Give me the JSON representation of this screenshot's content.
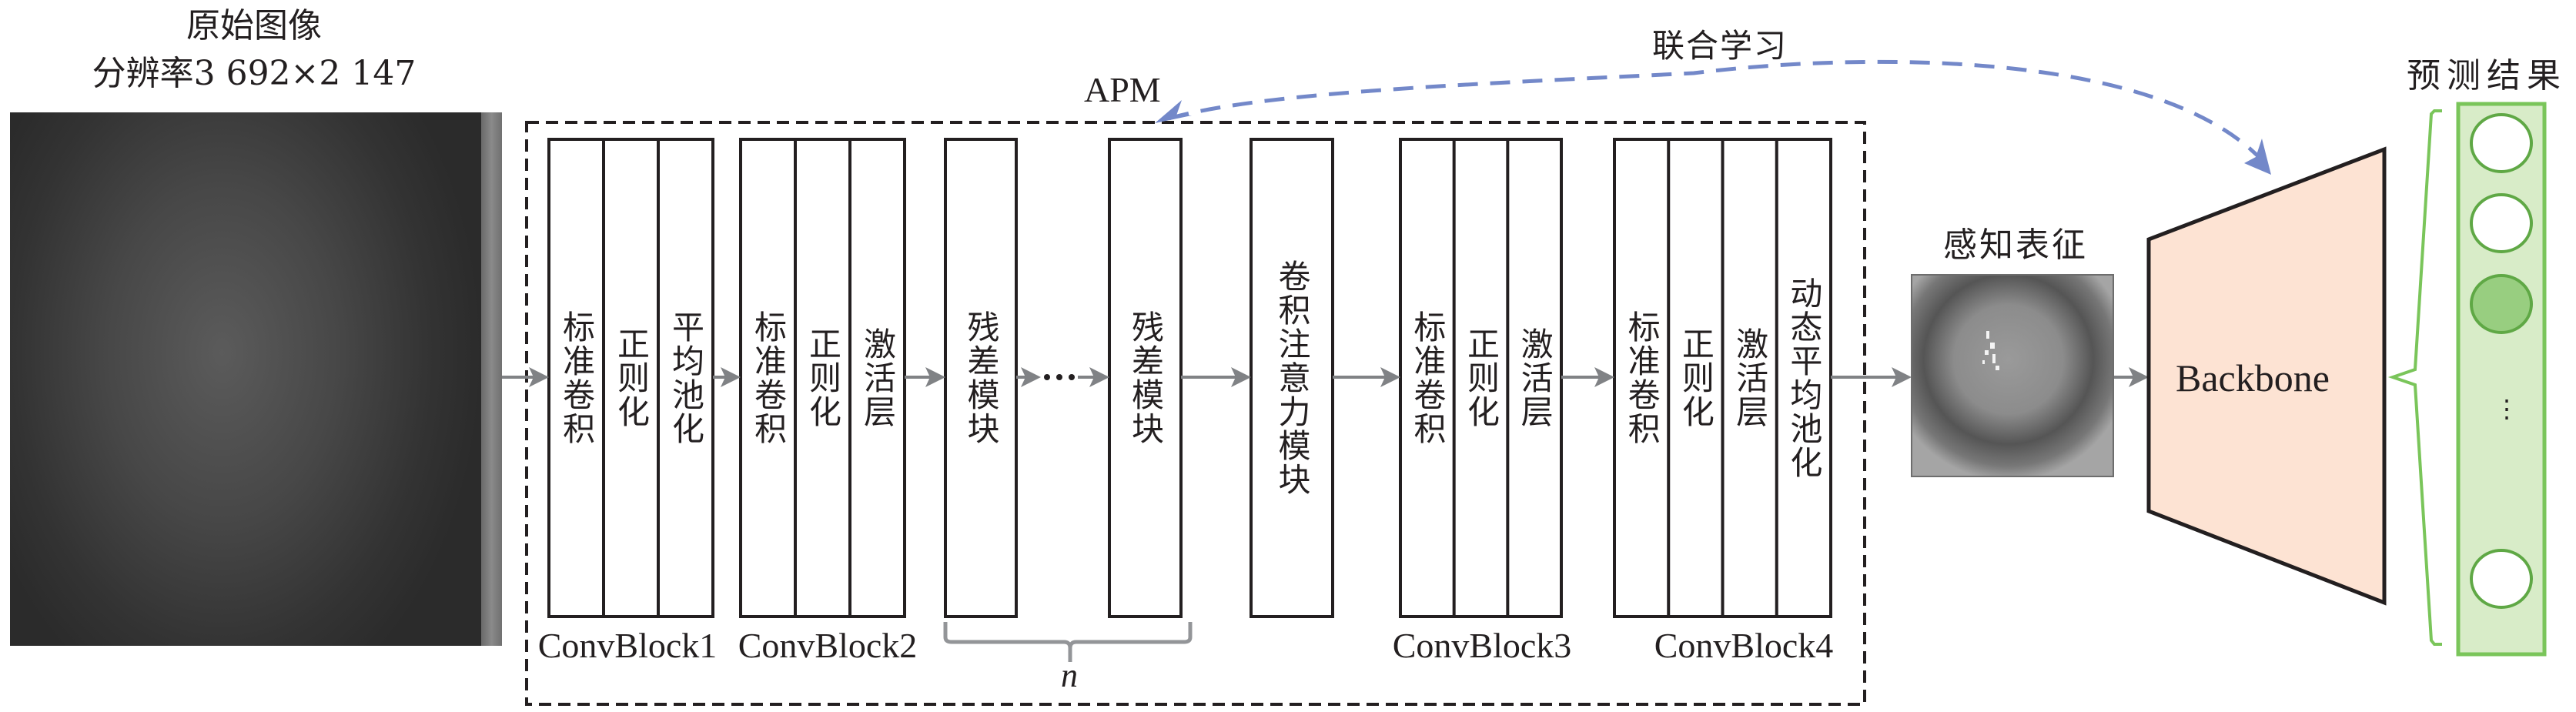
{
  "input": {
    "title": "原始图像",
    "resolution_label": "分辨率3 692×2 147",
    "image_desc": "grayscale-surface-image"
  },
  "apm": {
    "label": "APM",
    "stages": [
      {
        "id": "convblock1",
        "label": "ConvBlock1",
        "cells": [
          "标准卷积",
          "正则化",
          "平均池化"
        ]
      },
      {
        "id": "convblock2",
        "label": "ConvBlock2",
        "cells": [
          "标准卷积",
          "正则化",
          "激活层"
        ]
      },
      {
        "id": "residual1",
        "label": "",
        "cells": [
          "残差模块"
        ]
      },
      {
        "id": "residual-n",
        "label": "",
        "cells": [
          "残差模块"
        ]
      },
      {
        "id": "conv-attention",
        "label": "",
        "cells": [
          "卷积注意力模块"
        ]
      },
      {
        "id": "convblock3",
        "label": "ConvBlock3",
        "cells": [
          "标准卷积",
          "正则化",
          "激活层"
        ]
      },
      {
        "id": "convblock4",
        "label": "ConvBlock4",
        "cells": [
          "标准卷积",
          "正则化",
          "激活层",
          "动态平均池化"
        ]
      }
    ],
    "repeat_label": "n",
    "ellipsis": "···"
  },
  "joint_learning": {
    "label": "联合学习"
  },
  "perception": {
    "label": "感知表征"
  },
  "backbone": {
    "label": "Backbone"
  },
  "prediction": {
    "title": "预测结果",
    "nodes": [
      {
        "state": "inactive"
      },
      {
        "state": "inactive"
      },
      {
        "state": "active"
      },
      {
        "state": "ellipsis",
        "text": "⋮"
      },
      {
        "state": "inactive"
      }
    ]
  },
  "colors": {
    "line": "#231f20",
    "arrow_gray": "#808285",
    "joint_arrow": "#7388c9",
    "backbone_fill": "#fde3d3",
    "prediction_fill": "#d8ecc8",
    "prediction_border": "#7ac55a",
    "node_border": "#5fa845",
    "node_active_fill": "#98ce80",
    "node_inactive_fill": "#ffffff"
  }
}
